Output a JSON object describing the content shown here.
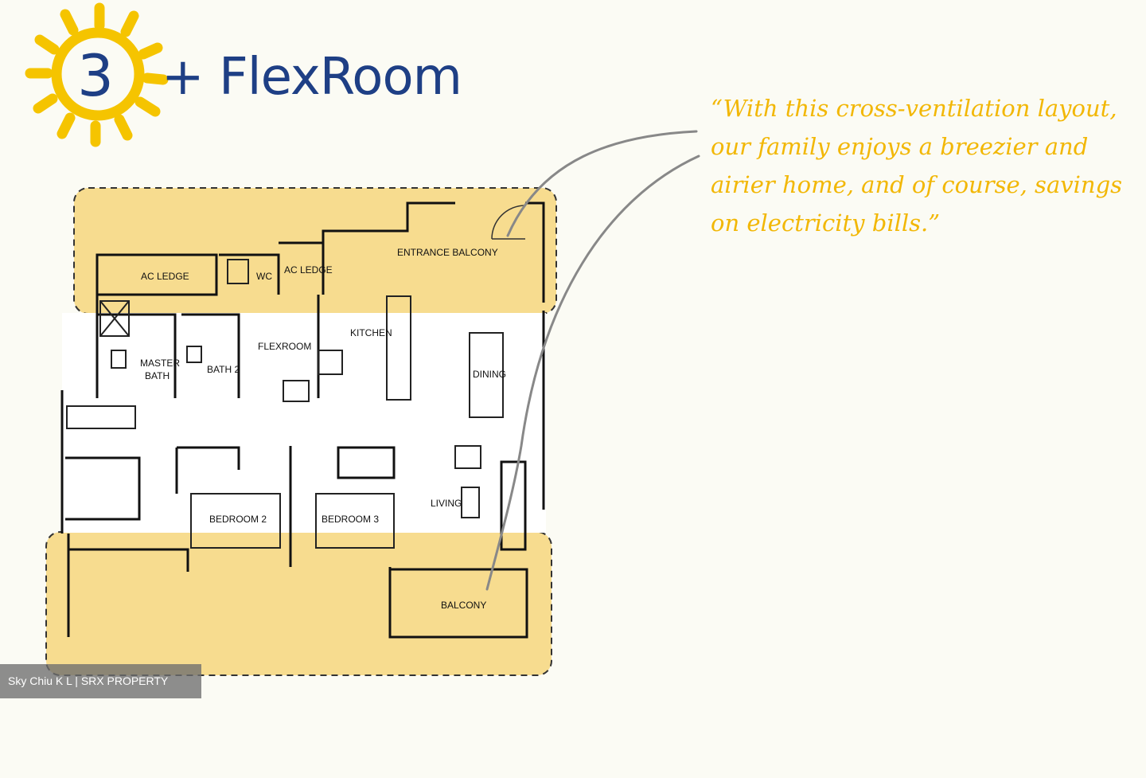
{
  "header": {
    "logo_number": "3",
    "title": "+ FlexRoom"
  },
  "quote": {
    "lines": [
      "“With this cross-ventilation layout,",
      "our family enjoys a breezier and",
      "airier home, and of course, savings",
      "on electricity bills.”"
    ]
  },
  "floorplan": {
    "rooms": {
      "ac_ledge_1": "AC LEDGE",
      "wc": "WC",
      "ac_ledge_2": "AC LEDGE",
      "entrance_balcony": "ENTRANCE BALCONY",
      "kitchen": "KITCHEN",
      "flexroom": "FLEXROOM",
      "master_bath_1": "MASTER",
      "master_bath_2": "BATH",
      "bath_2": "BATH 2",
      "dining": "DINING",
      "bedroom_2": "BEDROOM 2",
      "bedroom_3": "BEDROOM 3",
      "living": "LIVING",
      "balcony": "BALCONY"
    }
  },
  "watermark": {
    "text": "Sky Chiu K L | SRX PROPERTY"
  },
  "colors": {
    "sun": "#f5c400",
    "title": "#1e3f85",
    "quote": "#f2b705",
    "highlight_fill": "#f7dc8f",
    "wall": "#111111"
  }
}
